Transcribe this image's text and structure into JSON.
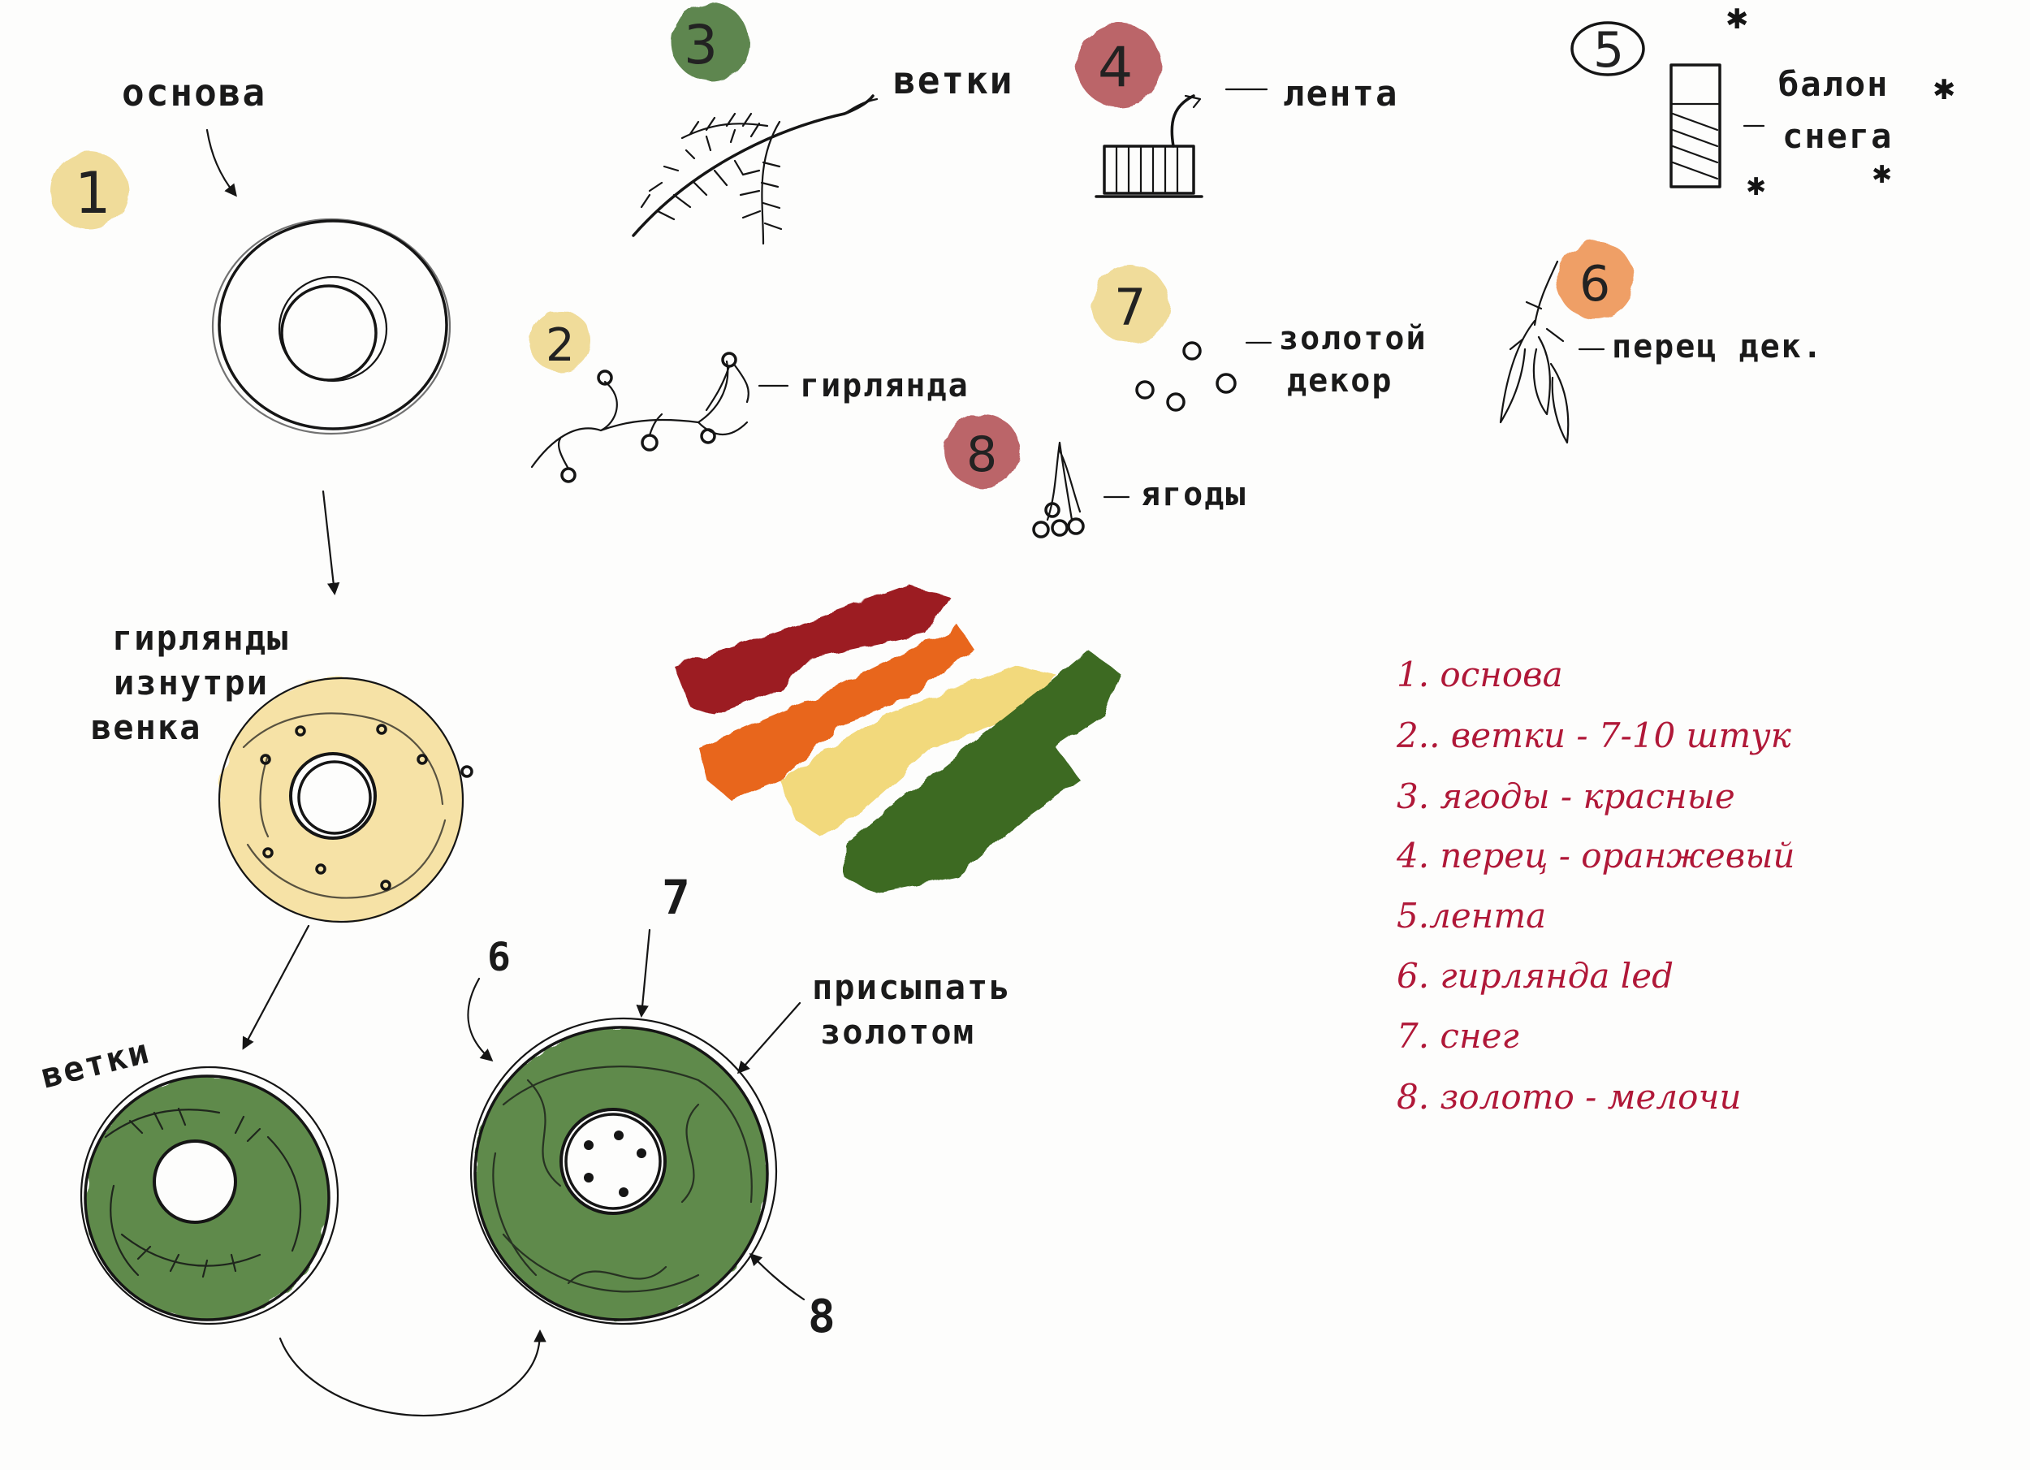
{
  "colors": {
    "badge_yellow": "#efd990",
    "badge_green": "#4d7a3d",
    "badge_red": "#b4545a",
    "badge_orange": "#ef9a5e",
    "wreath_yellow": "#f6e2a6",
    "wreath_green": "#5f8a4b",
    "swatch_red": "#9c1f23",
    "swatch_orange": "#e8661c",
    "swatch_yellow": "#f2d97c",
    "swatch_green": "#3e6a23",
    "legend_text": "#b01838"
  },
  "top_items": [
    {
      "badge": "1",
      "label": "основа",
      "badge_color": "yellow"
    },
    {
      "badge": "3",
      "label": "ветки",
      "badge_color": "green"
    },
    {
      "badge": "4",
      "label": "лента",
      "badge_color": "red"
    },
    {
      "badge": "5",
      "label_lines": [
        "балон",
        "снега"
      ],
      "badge_color": "white"
    },
    {
      "badge": "2",
      "label": "гирлянда",
      "badge_color": "yellow"
    },
    {
      "badge": "7",
      "label_lines": [
        "золотой",
        "декор"
      ],
      "badge_color": "yellow"
    },
    {
      "badge": "6",
      "label": "перец дек.",
      "badge_color": "orange"
    },
    {
      "badge": "8",
      "label": "ягоды",
      "badge_color": "red"
    }
  ],
  "step_labels": {
    "garland_inside": [
      "гирлянды",
      "изнутри",
      "венка"
    ],
    "branches": "ветки",
    "sprinkle_gold": [
      "присыпать",
      "золотом"
    ],
    "num_6": "6",
    "num_7": "7",
    "num_8": "8"
  },
  "legend": [
    "1. основа",
    "2.. ветки - 7-10 штук",
    "3. ягоды - красные",
    "4. перец - оранжевый",
    "5.лента",
    "6. гирлянда led",
    "7. снег",
    "8. золото - мелочи"
  ]
}
